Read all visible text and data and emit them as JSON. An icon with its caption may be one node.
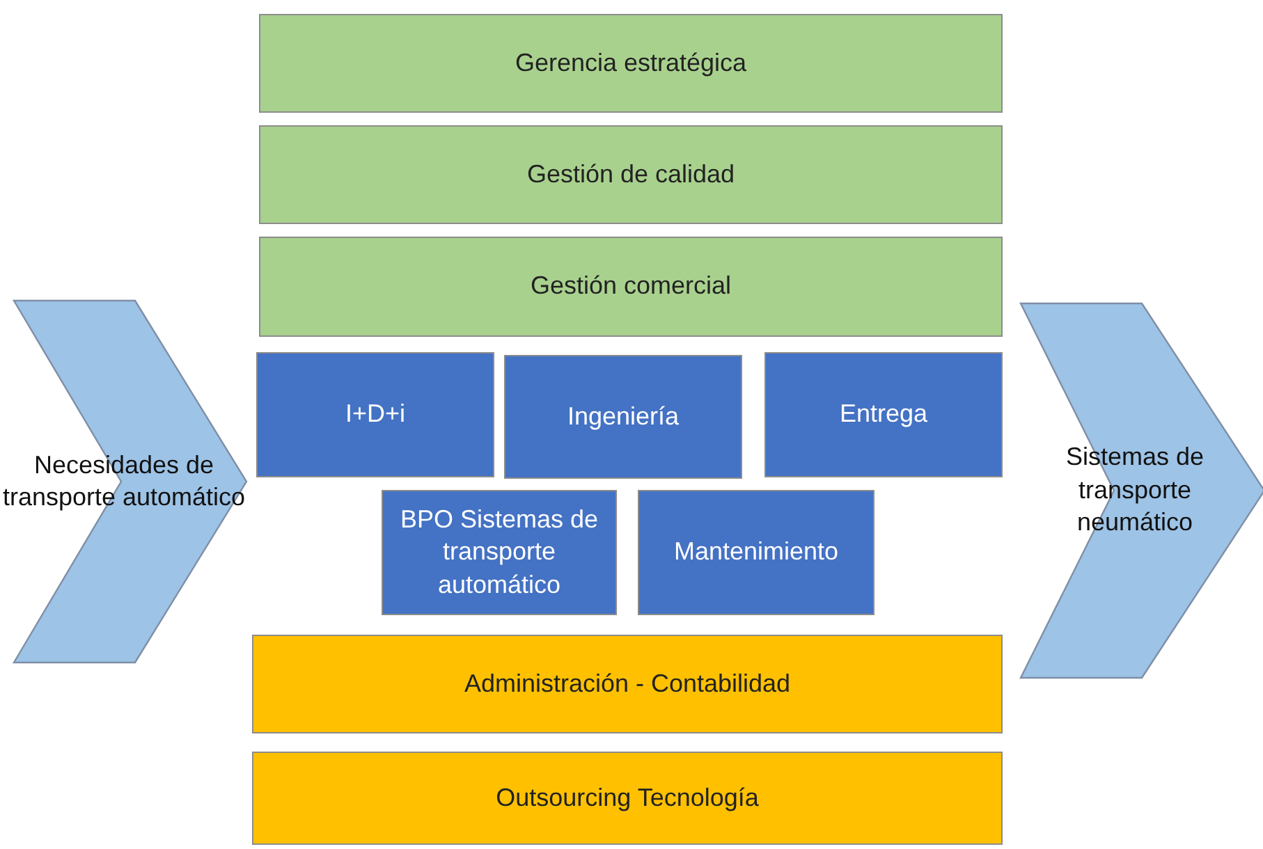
{
  "diagram": {
    "nodes": [
      {
        "text": [
          "Gerencia estratégica"
        ]
      },
      {
        "text": [
          "Gestión de calidad"
        ]
      },
      {
        "text": [
          "Gestión comercial"
        ]
      },
      {
        "text": [
          "Necesidades de transporte automático"
        ]
      },
      {
        "text": [
          "I+D+i"
        ]
      },
      {
        "text": [
          "Ingeniería"
        ]
      },
      {
        "text": [
          "Entrega"
        ]
      },
      {
        "text": [
          "Sistemas de transporte neumático"
        ]
      },
      {
        "text": [
          "BPO Sistemas de transporte automático"
        ]
      },
      {
        "text": [
          "Mantenimiento"
        ]
      },
      {
        "text": [
          "Administración - Contabilidad"
        ]
      },
      {
        "text": [
          "Outsourcing Tecnología"
        ]
      }
    ]
  }
}
